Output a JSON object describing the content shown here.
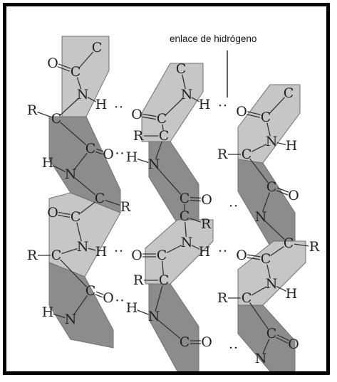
{
  "label": "enlace de hidrógeno",
  "colors": {
    "light_plane": "#c6c6c6",
    "dark_plane": "#8c8c8c",
    "plane_edge": "#707070",
    "ink": "#222222",
    "frame": "#000000"
  },
  "glyphs": {
    "C": "C",
    "O": "O",
    "N": "N",
    "H": "H",
    "R": "R",
    "dots": "··"
  },
  "chains": [
    {
      "atoms": [
        {
          "id": "c1_ca0",
          "el": "C"
        },
        {
          "id": "c1_c1",
          "el": "C"
        },
        {
          "id": "c1_o1",
          "el": "O"
        },
        {
          "id": "c1_n1",
          "el": "N"
        },
        {
          "id": "c1_h1",
          "el": "H"
        },
        {
          "id": "c1_ca1",
          "el": "C"
        },
        {
          "id": "c1_r1",
          "el": "R"
        },
        {
          "id": "c1_c2",
          "el": "C"
        },
        {
          "id": "c1_o2",
          "el": "O"
        },
        {
          "id": "c1_n2",
          "el": "N"
        },
        {
          "id": "c1_h2",
          "el": "H"
        },
        {
          "id": "c1_ca2",
          "el": "C"
        },
        {
          "id": "c1_r2",
          "el": "R"
        },
        {
          "id": "c1_c3",
          "el": "C"
        },
        {
          "id": "c1_o3",
          "el": "O"
        },
        {
          "id": "c1_n3",
          "el": "N"
        },
        {
          "id": "c1_h3",
          "el": "H"
        },
        {
          "id": "c1_ca3",
          "el": "C"
        },
        {
          "id": "c1_r3",
          "el": "R"
        },
        {
          "id": "c1_c4",
          "el": "C"
        },
        {
          "id": "c1_o4",
          "el": "O"
        },
        {
          "id": "c1_n4",
          "el": "N"
        },
        {
          "id": "c1_h4",
          "el": "H"
        }
      ]
    },
    {
      "atoms": [
        {
          "id": "c2_ca0",
          "el": "C"
        },
        {
          "id": "c2_n1",
          "el": "N"
        },
        {
          "id": "c2_h1",
          "el": "H"
        },
        {
          "id": "c2_c1",
          "el": "C"
        },
        {
          "id": "c2_o1",
          "el": "O"
        },
        {
          "id": "c2_ca1",
          "el": "C"
        },
        {
          "id": "c2_r1",
          "el": "R"
        },
        {
          "id": "c2_n2",
          "el": "N"
        },
        {
          "id": "c2_h2",
          "el": "H"
        },
        {
          "id": "c2_c2",
          "el": "C"
        },
        {
          "id": "c2_o2",
          "el": "O"
        },
        {
          "id": "c2_ca2",
          "el": "C"
        },
        {
          "id": "c2_r2",
          "el": "R"
        },
        {
          "id": "c2_n3",
          "el": "N"
        },
        {
          "id": "c2_h3",
          "el": "H"
        },
        {
          "id": "c2_c3",
          "el": "C"
        },
        {
          "id": "c2_o3",
          "el": "O"
        },
        {
          "id": "c2_ca3",
          "el": "C"
        },
        {
          "id": "c2_r3",
          "el": "R"
        },
        {
          "id": "c2_n4",
          "el": "N"
        },
        {
          "id": "c2_h4",
          "el": "H"
        },
        {
          "id": "c2_c4",
          "el": "C"
        },
        {
          "id": "c2_o4",
          "el": "O"
        }
      ]
    },
    {
      "atoms": [
        {
          "id": "c3_ca0",
          "el": "C"
        },
        {
          "id": "c3_c1",
          "el": "C"
        },
        {
          "id": "c3_o1",
          "el": "O"
        },
        {
          "id": "c3_n1",
          "el": "N"
        },
        {
          "id": "c3_h1",
          "el": "H"
        },
        {
          "id": "c3_ca1",
          "el": "C"
        },
        {
          "id": "c3_r1",
          "el": "R"
        },
        {
          "id": "c3_c2",
          "el": "C"
        },
        {
          "id": "c3_o2",
          "el": "O"
        },
        {
          "id": "c3_n2",
          "el": "N"
        },
        {
          "id": "c3_ca2",
          "el": "C"
        },
        {
          "id": "c3_r2",
          "el": "R"
        },
        {
          "id": "c3_c3",
          "el": "C"
        },
        {
          "id": "c3_o3",
          "el": "O"
        },
        {
          "id": "c3_n3",
          "el": "N"
        },
        {
          "id": "c3_h3",
          "el": "H"
        },
        {
          "id": "c3_ca3",
          "el": "C"
        },
        {
          "id": "c3_r3",
          "el": "R"
        },
        {
          "id": "c3_c4",
          "el": "C"
        },
        {
          "id": "c3_o4",
          "el": "O"
        },
        {
          "id": "c3_n4",
          "el": "N"
        }
      ]
    }
  ],
  "hbonds": [
    {
      "from": "c1_h1",
      "to": "c2_o1"
    },
    {
      "from": "c1_o2",
      "to": "c2_h2"
    },
    {
      "from": "c1_h3",
      "to": "c2_o3"
    },
    {
      "from": "c1_o4",
      "to": "c2_h4"
    },
    {
      "from": "c2_h1",
      "to": "c3_o1"
    },
    {
      "from": "c2_o2",
      "to": "c3_n2"
    },
    {
      "from": "c2_h3",
      "to": "c3_o3"
    },
    {
      "from": "c2_o4",
      "to": "c3_n4"
    }
  ]
}
